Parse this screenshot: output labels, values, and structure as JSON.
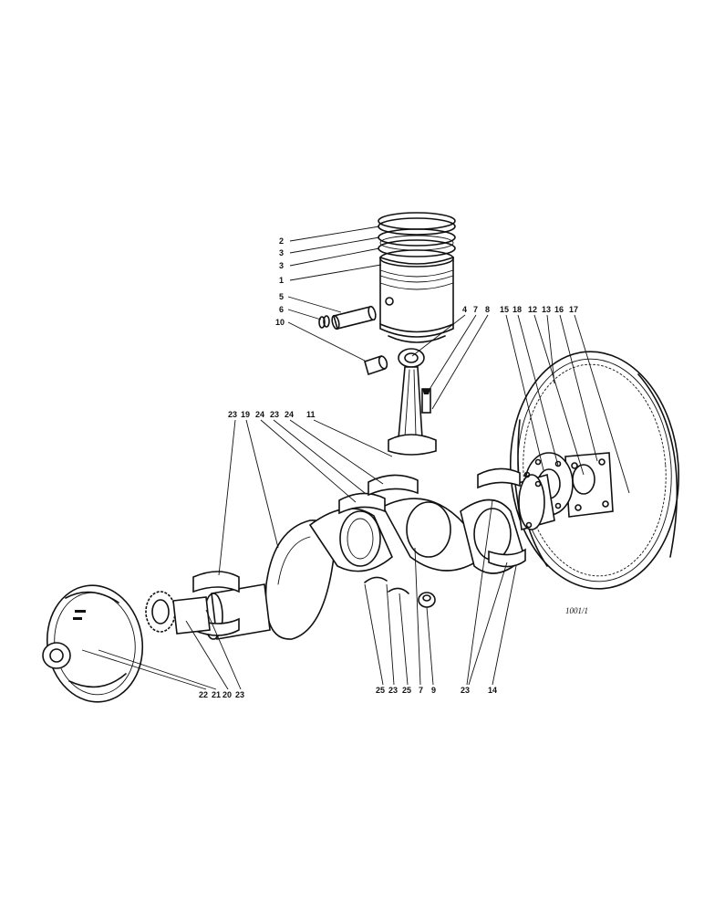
{
  "figure": {
    "reference": "1001/1",
    "callouts": [
      {
        "id": "c2",
        "text": "2"
      },
      {
        "id": "c3a",
        "text": "3"
      },
      {
        "id": "c3b",
        "text": "3"
      },
      {
        "id": "c1",
        "text": "1"
      },
      {
        "id": "c5",
        "text": "5"
      },
      {
        "id": "c6",
        "text": "6"
      },
      {
        "id": "c10",
        "text": "10"
      },
      {
        "id": "c4",
        "text": "4"
      },
      {
        "id": "c7top",
        "text": "7"
      },
      {
        "id": "c8",
        "text": "8"
      },
      {
        "id": "c15",
        "text": "15"
      },
      {
        "id": "c18",
        "text": "18"
      },
      {
        "id": "c12",
        "text": "12"
      },
      {
        "id": "c13",
        "text": "13"
      },
      {
        "id": "c16",
        "text": "16"
      },
      {
        "id": "c17",
        "text": "17"
      },
      {
        "id": "c23a",
        "text": "23"
      },
      {
        "id": "c19",
        "text": "19"
      },
      {
        "id": "c24a",
        "text": "24"
      },
      {
        "id": "c23b",
        "text": "23"
      },
      {
        "id": "c24b",
        "text": "24"
      },
      {
        "id": "c11",
        "text": "11"
      },
      {
        "id": "c22",
        "text": "22"
      },
      {
        "id": "c21",
        "text": "21"
      },
      {
        "id": "c20",
        "text": "20"
      },
      {
        "id": "c23c",
        "text": "23"
      },
      {
        "id": "c25a",
        "text": "25"
      },
      {
        "id": "c23d",
        "text": "23"
      },
      {
        "id": "c25b",
        "text": "25"
      },
      {
        "id": "c7bot",
        "text": "7"
      },
      {
        "id": "c9",
        "text": "9"
      },
      {
        "id": "c23e",
        "text": "23"
      },
      {
        "id": "c14",
        "text": "14"
      }
    ]
  }
}
